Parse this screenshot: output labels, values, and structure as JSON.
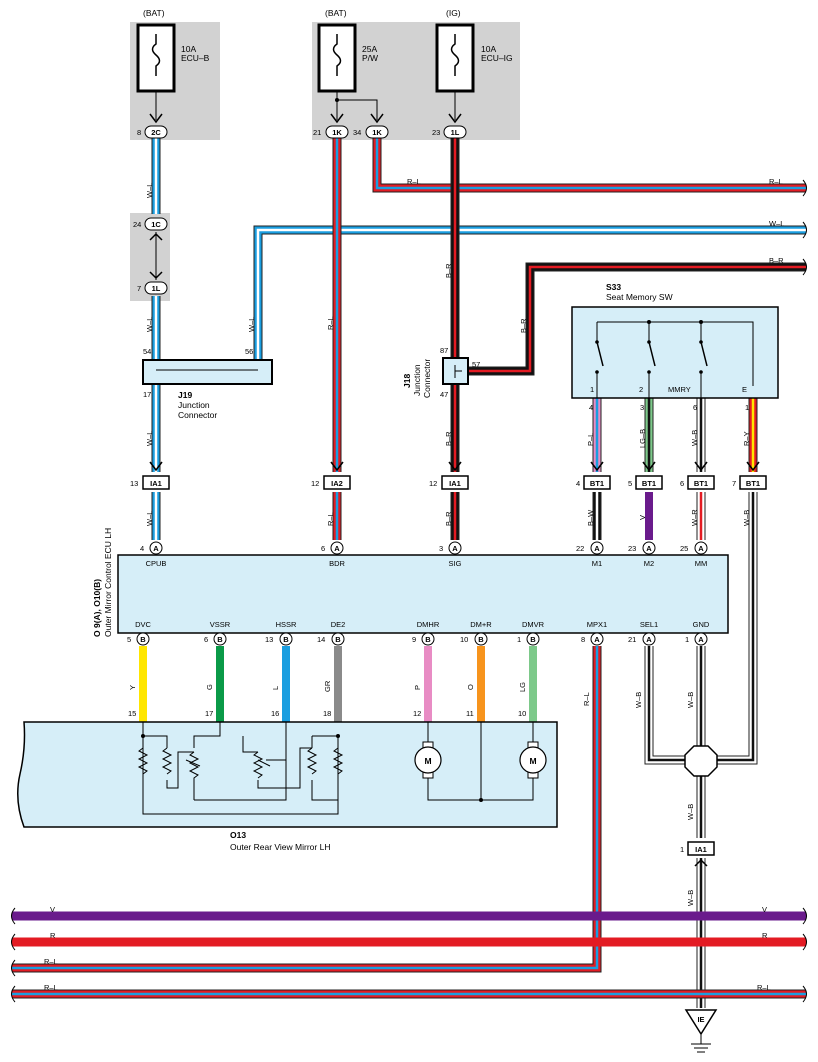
{
  "fuses": [
    {
      "source": "(BAT)",
      "rating": "10A",
      "name": "ECU–B"
    },
    {
      "source": "(BAT)",
      "rating": "25A",
      "name": "P/W"
    },
    {
      "source": "(IG)",
      "rating": "10A",
      "name": "ECU–IG"
    }
  ],
  "pins": {
    "p8": "8",
    "c2C": "2C",
    "p21": "21",
    "c1K": "1K",
    "p34": "34",
    "p23": "23",
    "c1L": "1L",
    "p24": "24",
    "c1C": "1C",
    "p7": "7",
    "c1L2": "1L",
    "p54": "54",
    "p56": "56",
    "p17": "17",
    "p87": "87",
    "p57": "57",
    "p47": "47",
    "sw1": "1",
    "sw2": "2",
    "swMMRY": "MMRY",
    "swE": "E",
    "bt4": "4",
    "bt3": "3",
    "bt6": "6",
    "bt1": "1",
    "ia13": "13",
    "ia12a": "12",
    "ia12b": "12",
    "bt4b": "4",
    "bt5": "5",
    "bt6b": "6",
    "bt7": "7",
    "e4": "4",
    "e6": "6",
    "e3": "3",
    "e22": "22",
    "e23": "23",
    "e25": "25",
    "e5": "5",
    "e6b": "6",
    "e13": "13",
    "e14": "14",
    "e9": "9",
    "e10": "10",
    "e1": "1",
    "e8": "8",
    "e21": "21",
    "e1b": "1",
    "m15": "15",
    "m17": "17",
    "m16": "16",
    "m18": "18",
    "m12": "12",
    "m11": "11",
    "m10": "10",
    "ia1": "1"
  },
  "connectors": {
    "IA1": "IA1",
    "IA2": "IA2",
    "BT1": "BT1",
    "IE": "IE",
    "A": "A",
    "B": "B"
  },
  "wires": {
    "WL": "W–L",
    "RL": "R–L",
    "BR": "B–R",
    "PL": "P–L",
    "LGB": "LG–B",
    "WB": "W–B",
    "RY": "R–Y",
    "BW": "B–W",
    "V": "V",
    "WR": "W–R",
    "Y": "Y",
    "G": "G",
    "L": "L",
    "GR": "GR",
    "P": "P",
    "O": "O",
    "LG": "LG",
    "R": "R"
  },
  "components": {
    "j19_id": "J19",
    "j19_name1": "Junction",
    "j19_name2": "Connector",
    "j18_id": "J18",
    "j18_name1": "Junction",
    "j18_name2": "Connector",
    "s33_id": "S33",
    "s33_name": "Seat Memory SW",
    "ecu_id": "O 9(A), O10(B)",
    "ecu_name": "Outer Mirror Control ECU LH",
    "mirror_id": "O13",
    "mirror_name": "Outer Rear View Mirror LH",
    "motor": "M"
  },
  "ecu_terms_top": [
    "CPUB",
    "BDR",
    "SIG",
    "M1",
    "M2",
    "MM"
  ],
  "ecu_terms_bottom": [
    "DVC",
    "VSSR",
    "HSSR",
    "DE2",
    "DMHR",
    "DM+R",
    "DMVR",
    "MPX1",
    "SEL1",
    "GND"
  ],
  "colors": {
    "W": "#ffffff",
    "L": "#1a9ee0",
    "R": "#e31b23",
    "B": "#111111",
    "P": "#e88cc4",
    "LG": "#7dc98a",
    "V": "#6a1b8c",
    "Y": "#ffe600",
    "G": "#0a9a48",
    "GR": "#8a8a8a",
    "O": "#f7941d",
    "box_fill": "#d6eef8",
    "fuse_bg": "#d2d2d2"
  }
}
